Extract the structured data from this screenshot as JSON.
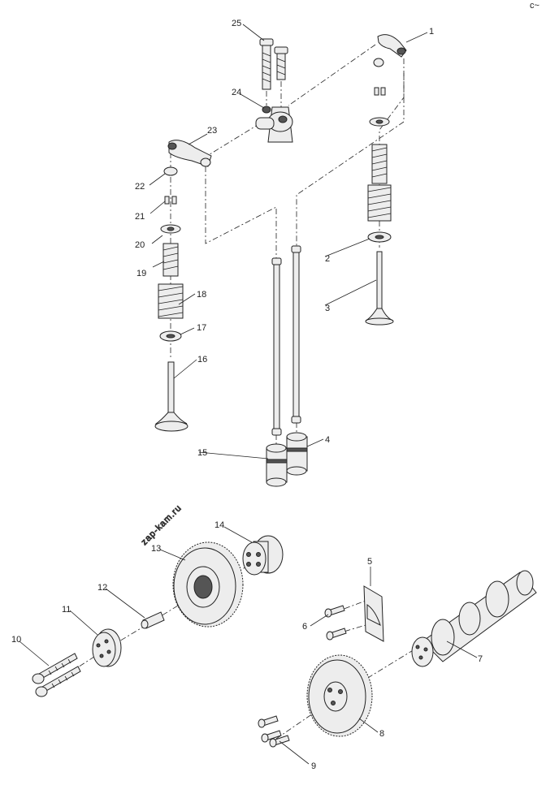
{
  "diagram": {
    "watermark": "zap-kam.ru",
    "corner_mark": "c~",
    "callouts": [
      {
        "id": "callout-1",
        "label": "1"
      },
      {
        "id": "callout-2",
        "label": "2"
      },
      {
        "id": "callout-3",
        "label": "3"
      },
      {
        "id": "callout-4",
        "label": "4"
      },
      {
        "id": "callout-5",
        "label": "5"
      },
      {
        "id": "callout-6",
        "label": "6"
      },
      {
        "id": "callout-7",
        "label": "7"
      },
      {
        "id": "callout-8",
        "label": "8"
      },
      {
        "id": "callout-9",
        "label": "9"
      },
      {
        "id": "callout-10",
        "label": "10"
      },
      {
        "id": "callout-11",
        "label": "11"
      },
      {
        "id": "callout-12",
        "label": "12"
      },
      {
        "id": "callout-13",
        "label": "13"
      },
      {
        "id": "callout-14",
        "label": "14"
      },
      {
        "id": "callout-15",
        "label": "15"
      },
      {
        "id": "callout-16",
        "label": "16"
      },
      {
        "id": "callout-17",
        "label": "17"
      },
      {
        "id": "callout-18",
        "label": "18"
      },
      {
        "id": "callout-19",
        "label": "19"
      },
      {
        "id": "callout-20",
        "label": "20"
      },
      {
        "id": "callout-21",
        "label": "21"
      },
      {
        "id": "callout-22",
        "label": "22"
      },
      {
        "id": "callout-23",
        "label": "23"
      },
      {
        "id": "callout-24",
        "label": "24"
      },
      {
        "id": "callout-25",
        "label": "25"
      }
    ]
  }
}
